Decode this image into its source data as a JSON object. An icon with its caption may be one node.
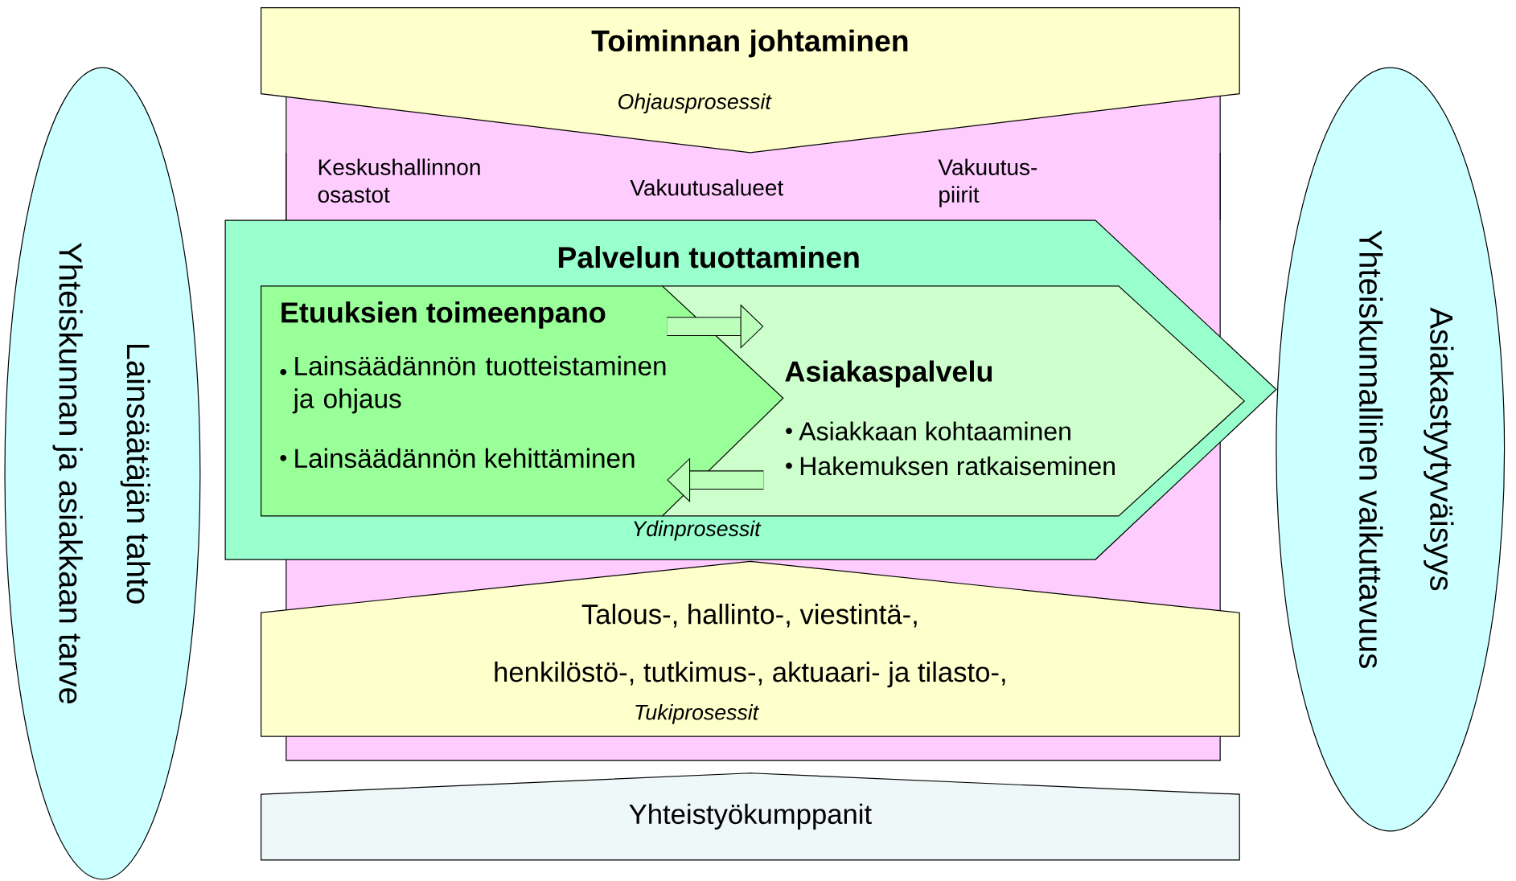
{
  "diagram": {
    "nodes": [
      {
        "text": [
          "Lainsäätäjän tahto",
          "Yhteiskunnan ja asiakkaan tarve"
        ]
      },
      {
        "text": [
          "Toiminnan johtaminen",
          "Ohjausprosessit"
        ]
      },
      {
        "text": [
          "Palvelun tuottaminen",
          "Ydinprosessit"
        ]
      },
      {
        "text": [
          "Etuuksien toimeenpano",
          "Lainsäädännön tuotteistaminen ja ohjaus",
          "Lainsäädännön kehittäminen"
        ],
        "in": 2
      },
      {
        "text": [
          "Asiakaspalvelu",
          "Asiakkaan kohtaaminen",
          "Hakemuksen ratkaiseminen"
        ],
        "in": 2
      },
      {
        "text": [
          "Talous-, hallinto-, viestintä-,",
          "henkilöstö-, tutkimus-, aktuaari- ja tilasto-,",
          "Tukiprosessit"
        ]
      },
      {
        "text": [
          "Yhteistyökumppanit"
        ]
      },
      {
        "text": [
          "Asiakastyytyväisyys",
          "Yhteiskunnallinen vaikuttavuus"
        ]
      }
    ],
    "edges": [
      {
        "from": 3,
        "to": 4,
        "arrow": "to"
      },
      {
        "from": 4,
        "to": 3,
        "arrow": "to"
      }
    ],
    "labels": [
      "Keskushallinnon osastot",
      "Vakuutusalueet",
      "Vakuutus- piirit"
    ]
  }
}
